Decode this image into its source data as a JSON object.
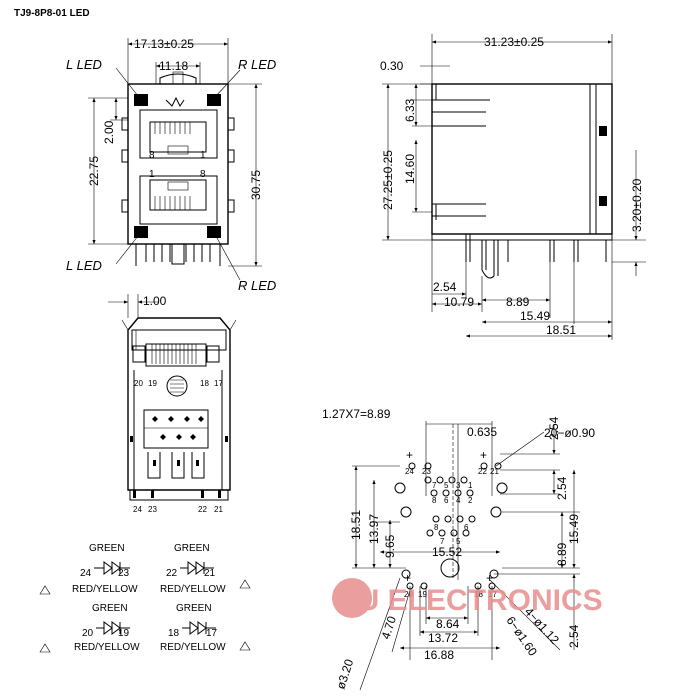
{
  "title": "TJ9-8P8-01 LED",
  "front_view": {
    "dim_width": "17.13±0.25",
    "dim_pitch": "11.18",
    "dim_height_left": "22.75",
    "dim_upper": "2.00",
    "dim_height_right": "30.75",
    "led_tl": "L LED",
    "led_tr": "R LED",
    "led_bl": "L LED",
    "led_br": "R LED",
    "pin_8_upper": "8",
    "pin_1_upper": "1",
    "pin_1_lower": "1",
    "pin_8_lower": "8"
  },
  "side_view": {
    "dim_length": "31.23±0.25",
    "dim_030": "0.30",
    "dim_633": "6.33",
    "dim_1460": "14.60",
    "dim_height": "27.25±0.25",
    "dim_320": "3.20±0.20",
    "dim_254": "2.54",
    "dim_1079": "10.79",
    "dim_889": "8.89",
    "dim_1549": "15.49",
    "dim_1851": "18.51"
  },
  "bottom_view": {
    "dim_100": "1.00",
    "pin_20": "20",
    "pin_19": "19",
    "pin_18": "18",
    "pin_17": "17",
    "pin_24": "24",
    "pin_23": "23",
    "pin_22": "22",
    "pin_21": "21"
  },
  "pcb_layout": {
    "dim_pitch": "1.27X7=8.89",
    "dim_0635": "0.635",
    "dim_hole": "20−ø0.90",
    "dim_254_a": "2.54",
    "dim_254_b": "2.54",
    "dim_1851": "18.51",
    "dim_1397": "13.97",
    "dim_965": "9.65",
    "dim_1552": "15.52",
    "dim_889_v": "8.89",
    "dim_1549": "15.49",
    "dim_864": "8.64",
    "dim_1372": "13.72",
    "dim_1688": "16.88",
    "dim_470": "4.70",
    "dim_320": "ø3.20",
    "dim_4_112": "4−ø1.12",
    "dim_6_160": "6−ø1.60",
    "dim_254_c": "2.54",
    "plus": "+",
    "hole_23": "23",
    "hole_24": "24",
    "hole_22": "22",
    "hole_21": "21",
    "hole_7": "7",
    "hole_5": "5",
    "hole_3": "3",
    "hole_1": "1",
    "hole_8": "8",
    "hole_6": "6",
    "hole_4": "4",
    "hole_2": "2",
    "hole_20": "20",
    "hole_19": "19",
    "hole_18": "18",
    "hole_17": "17"
  },
  "schematic": {
    "green": "GREEN",
    "red_yellow": "RED/YELLOW",
    "led_a_left": "24",
    "led_a_right": "23",
    "led_b_left": "22",
    "led_b_right": "21",
    "led_c_left": "20",
    "led_c_right": "19",
    "led_d_left": "18",
    "led_d_right": "17"
  },
  "watermark": "RU ELECTRONICS"
}
